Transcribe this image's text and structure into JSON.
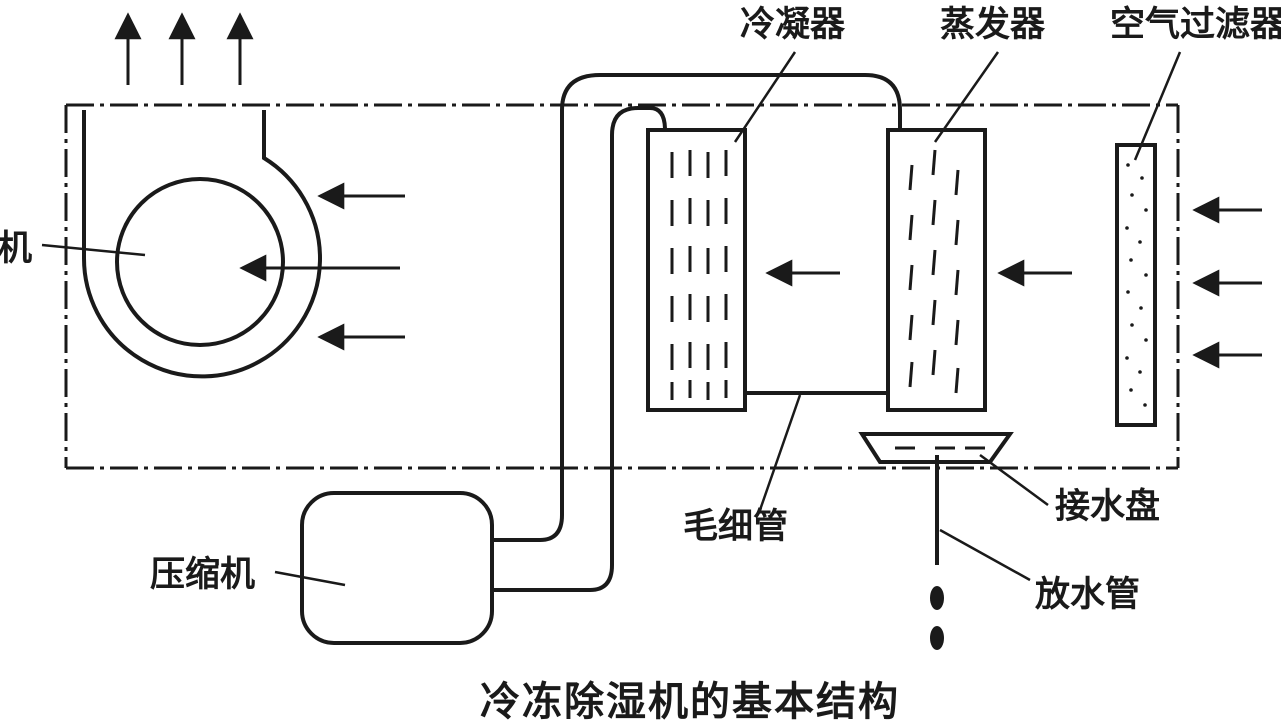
{
  "diagram": {
    "ink_color": "#1a1a1a",
    "background": "#ffffff",
    "labels": {
      "fan": "风机",
      "condenser": "冷凝器",
      "evaporator": "蒸发器",
      "air_filter": "空气过滤器",
      "capillary_tube": "毛细管",
      "drip_tray": "接水盘",
      "compressor": "压缩机",
      "drain_pipe": "放水管"
    },
    "caption": "冷冻除湿机的基本结构"
  }
}
